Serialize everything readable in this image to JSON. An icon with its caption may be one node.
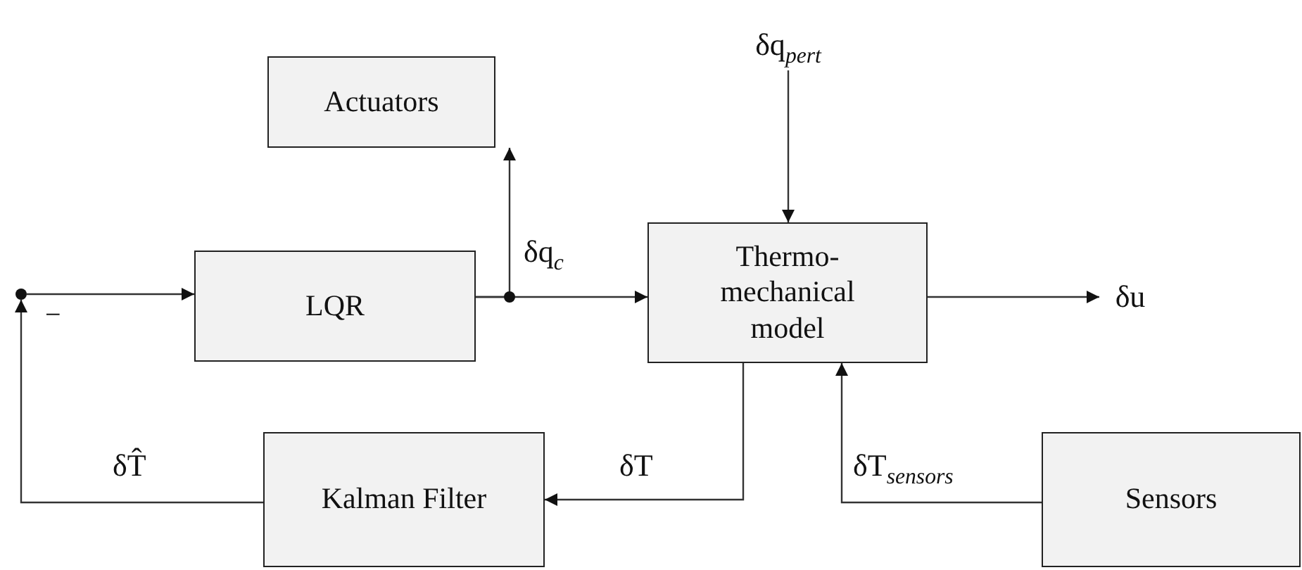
{
  "diagram": {
    "nodes": [
      {
        "text": [
          "Actuators"
        ]
      },
      {
        "text": [
          "LQR"
        ]
      },
      {
        "text": [
          "Thermo-mechanical model"
        ]
      },
      {
        "text": [
          "Kalman Filter"
        ]
      },
      {
        "text": [
          "Sensors"
        ]
      },
      {
        "text": [
          "δq$_{pert}$"
        ]
      },
      {
        "text": [
          "δu"
        ]
      },
      {
        "text": [],
        "shape": "circle"
      }
    ],
    "edges": [
      {
        "from": 5,
        "to": 2,
        "arrow": "to"
      },
      {
        "from": 1,
        "to": 0,
        "arrow": "to"
      },
      {
        "from": 1,
        "to": 2,
        "arrow": "to",
        "label": "δq$_{c}$"
      },
      {
        "from": 2,
        "to": 6,
        "arrow": "to"
      },
      {
        "from": 2,
        "to": 3,
        "arrow": "to",
        "label": "δT"
      },
      {
        "from": 4,
        "to": 2,
        "arrow": "to",
        "label": "δT$_{sensors}$"
      },
      {
        "from": 3,
        "to": 7,
        "arrow": "to",
        "label": "δT̂"
      },
      {
        "from": 7,
        "to": 1,
        "arrow": "to"
      }
    ],
    "labels": [
      "−"
    ]
  }
}
